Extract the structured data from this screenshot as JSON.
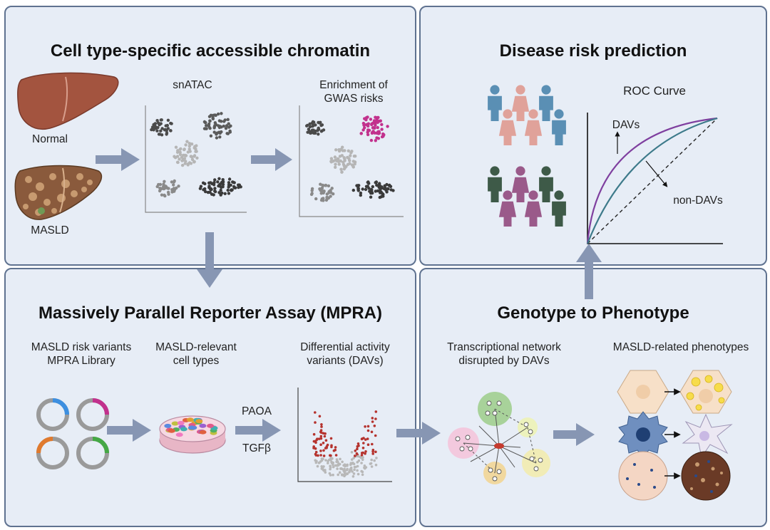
{
  "colors": {
    "panel_bg": "#e7edf6",
    "panel_border": "#5f7290",
    "arrow": "#8796b3",
    "gwas_pink": "#c2318d",
    "davs_purple": "#7f3f9f",
    "non_davs_teal": "#3d7a8a",
    "volcano_red": "#b5332e"
  },
  "panel_chromatin": {
    "title": "Cell type-specific accessible chromatin",
    "normal_label": "Normal",
    "masld_label": "MASLD",
    "snatac_label": "snATAC",
    "enrichment_label_line1": "Enrichment of",
    "enrichment_label_line2": "GWAS risks"
  },
  "panel_risk": {
    "title": "Disease risk prediction",
    "roc_title": "ROC Curve",
    "davs_label": "DAVs",
    "non_davs_label": "non-DAVs"
  },
  "panel_mpra": {
    "title": "Massively Parallel Reporter Assay (MPRA)",
    "library_label_line1": "MASLD risk variants",
    "library_label_line2": "MPRA Library",
    "cells_label_line1": "MASLD-relevant",
    "cells_label_line2": "cell types",
    "dav_label_line1": "Differential activity",
    "dav_label_line2": "variants (DAVs)",
    "treatment_1": "PAOA",
    "treatment_2": "TGFβ"
  },
  "panel_genotype": {
    "title": "Genotype to Phenotype",
    "network_label_line1": "Transcriptional network",
    "network_label_line2": "disrupted by DAVs",
    "phenotype_label": "MASLD-related phenotypes"
  }
}
